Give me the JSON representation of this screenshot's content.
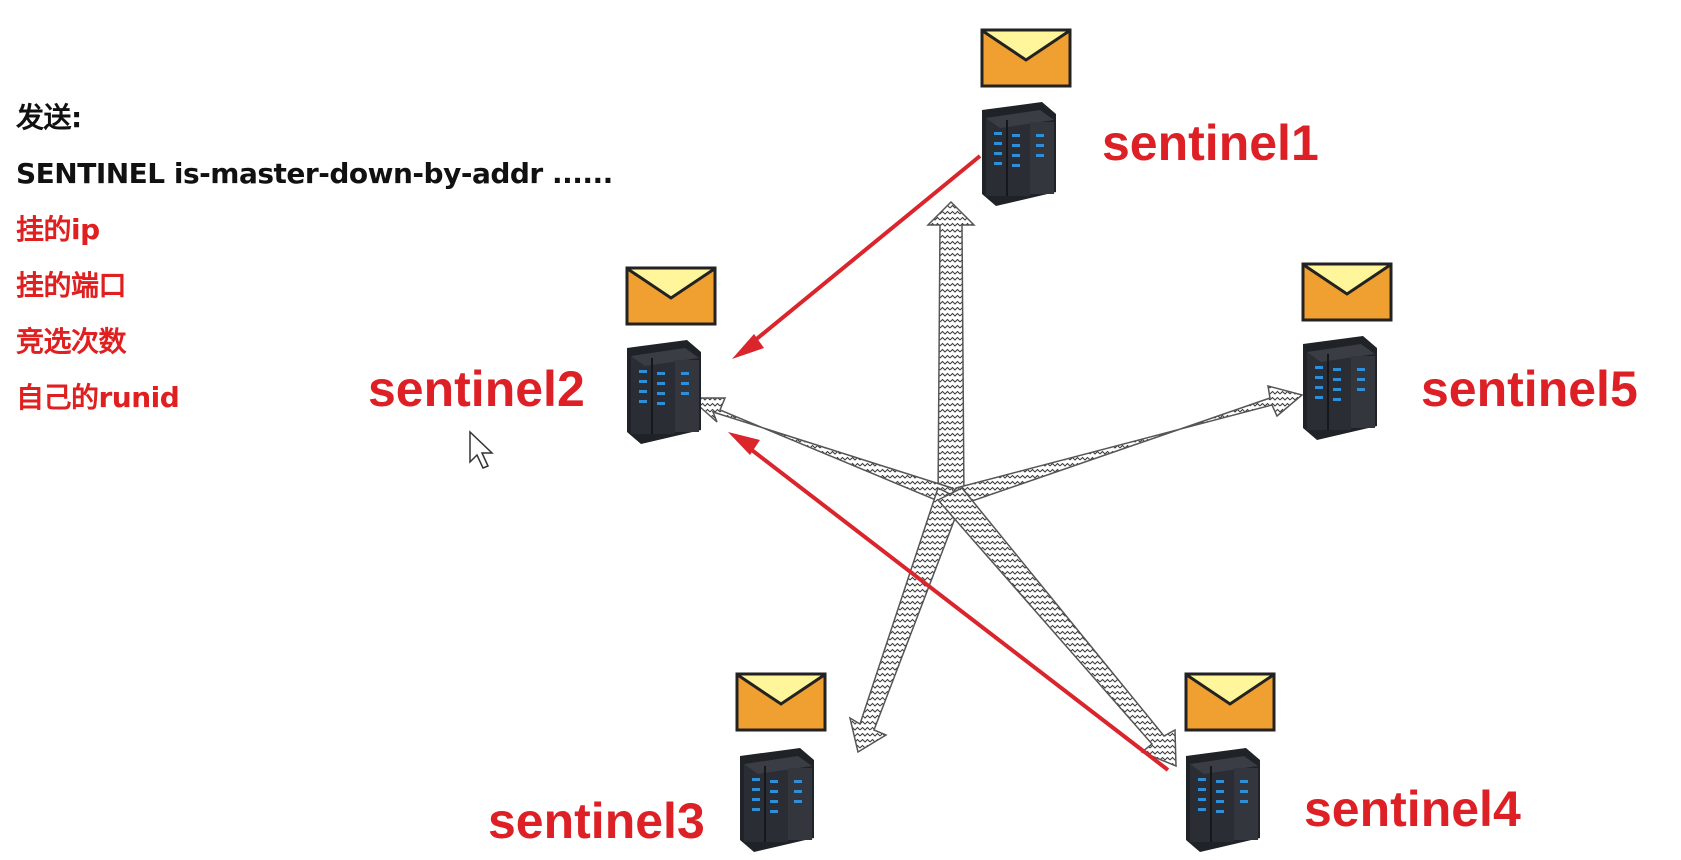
{
  "info": {
    "title": "发送:",
    "command": "SENTINEL is-master-down-by-addr ......",
    "items": [
      "挂的ip",
      "挂的端口",
      "竞选次数",
      "自己的runid"
    ]
  },
  "nodes": [
    {
      "id": "sentinel1",
      "label": "sentinel1"
    },
    {
      "id": "sentinel2",
      "label": "sentinel2"
    },
    {
      "id": "sentinel3",
      "label": "sentinel3"
    },
    {
      "id": "sentinel4",
      "label": "sentinel4"
    },
    {
      "id": "sentinel5",
      "label": "sentinel5"
    }
  ],
  "red_arrows": [
    {
      "from": "sentinel1",
      "to": "sentinel2"
    },
    {
      "from": "sentinel4",
      "to": "sentinel2"
    }
  ],
  "broadcast_arrows": [
    {
      "from": "center",
      "to": "sentinel1"
    },
    {
      "from": "center",
      "to": "sentinel2"
    },
    {
      "from": "center",
      "to": "sentinel3"
    },
    {
      "from": "center",
      "to": "sentinel4"
    },
    {
      "from": "center",
      "to": "sentinel5"
    }
  ],
  "colors": {
    "label": "#dd1f26",
    "red_arrow": "#d9252b",
    "envelope_body": "#f0a030",
    "envelope_flap": "#fff59a",
    "server": "#2a2d33",
    "server_led": "#2e8fd8"
  },
  "icons": {
    "envelope": "envelope-icon",
    "server": "server-rack-icon",
    "cursor": "mouse-cursor-icon"
  }
}
